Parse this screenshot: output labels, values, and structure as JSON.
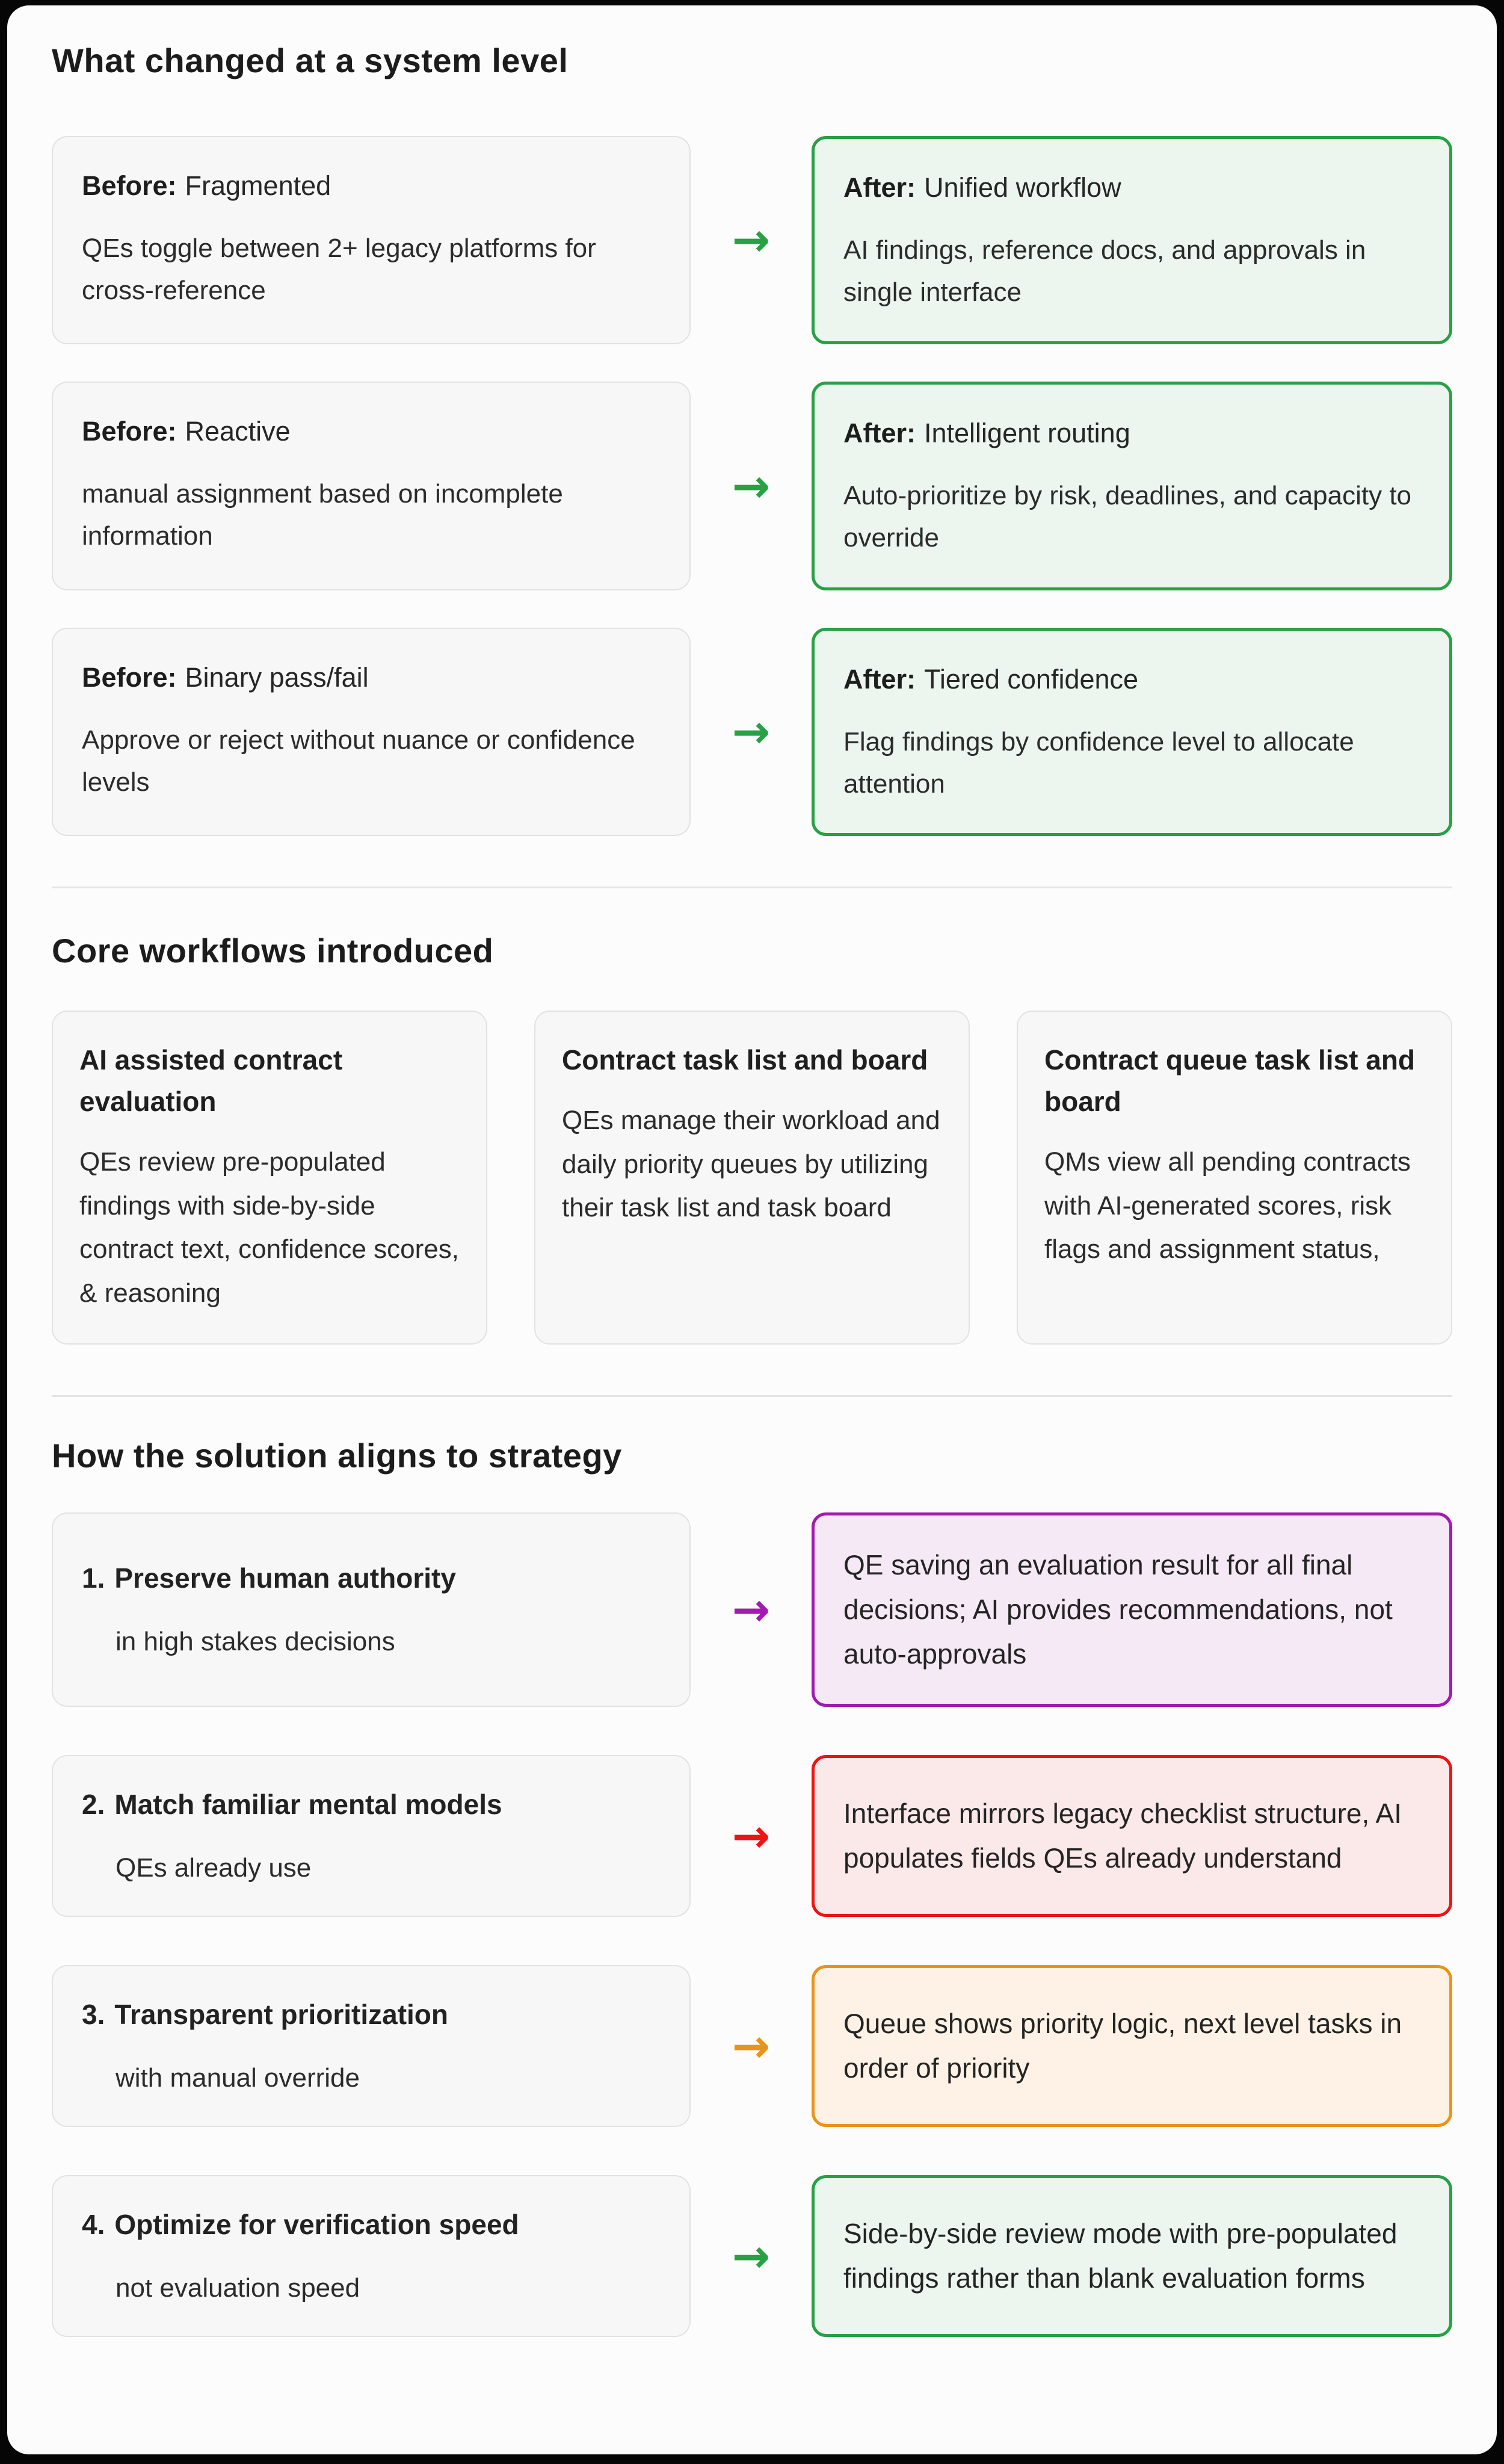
{
  "icons": {
    "arrow_right": "→"
  },
  "system_section": {
    "title": "What changed at a system level",
    "rows": [
      {
        "before_label": "Before:",
        "before_name": "Fragmented",
        "before_description": "QEs toggle between 2+ legacy platforms for cross-reference",
        "after_label": "After:",
        "after_name": "Unified workflow",
        "after_description": "AI findings, reference docs, and approvals in single interface",
        "accent": "#28a046",
        "accent_bg": "#ecf5ee"
      },
      {
        "before_label": "Before:",
        "before_name": "Reactive",
        "before_description": "manual assignment based on incomplete information",
        "after_label": "After:",
        "after_name": "Intelligent routing",
        "after_description": "Auto-prioritize by risk, deadlines, and capacity to override",
        "accent": "#28a046",
        "accent_bg": "#ecf5ee"
      },
      {
        "before_label": "Before:",
        "before_name": "Binary pass/fail",
        "before_description": "Approve or reject without nuance or confidence levels",
        "after_label": "After:",
        "after_name": "Tiered confidence",
        "after_description": "Flag findings by confidence level to allocate attention",
        "accent": "#28a046",
        "accent_bg": "#ecf5ee"
      }
    ]
  },
  "workflows_section": {
    "title": "Core workflows introduced",
    "cards": [
      {
        "title": "AI assisted contract evaluation",
        "body": "QEs review pre-populated findings with side-by-side contract text, confidence scores, & reasoning"
      },
      {
        "title": "Contract task list and board",
        "body": "QEs manage their workload and daily priority queues by utilizing their task list and task board"
      },
      {
        "title": "Contract queue task list and board",
        "body": "QMs view all pending contracts with AI-generated scores, risk flags and assignment status,"
      }
    ]
  },
  "strategy_section": {
    "title": "How the solution aligns to strategy",
    "rows": [
      {
        "number": "1.",
        "principle": "Preserve human authority",
        "detail": "in high stakes decisions",
        "outcome": "QE saving an evaluation result for all final decisions; AI provides recommendations, not auto-approvals",
        "accent": "#a21aaf",
        "accent_bg": "#f6e9f6"
      },
      {
        "number": "2.",
        "principle": "Match familiar mental models",
        "detail": "QEs already use",
        "outcome": "Interface mirrors legacy checklist structure, AI populates fields QEs already understand",
        "accent": "#ed1414",
        "accent_bg": "#fbe8e8"
      },
      {
        "number": "3.",
        "principle": "Transparent prioritization",
        "detail": "with manual override",
        "outcome": "Queue shows priority logic, next level tasks in order of priority",
        "accent": "#e8941a",
        "accent_bg": "#fdf2e5"
      },
      {
        "number": "4.",
        "principle": "Optimize for verification speed",
        "detail": "not evaluation speed",
        "outcome": "Side-by-side review mode with pre-populated findings rather than blank evaluation forms",
        "accent": "#28a046",
        "accent_bg": "#ecf5ee"
      }
    ]
  }
}
